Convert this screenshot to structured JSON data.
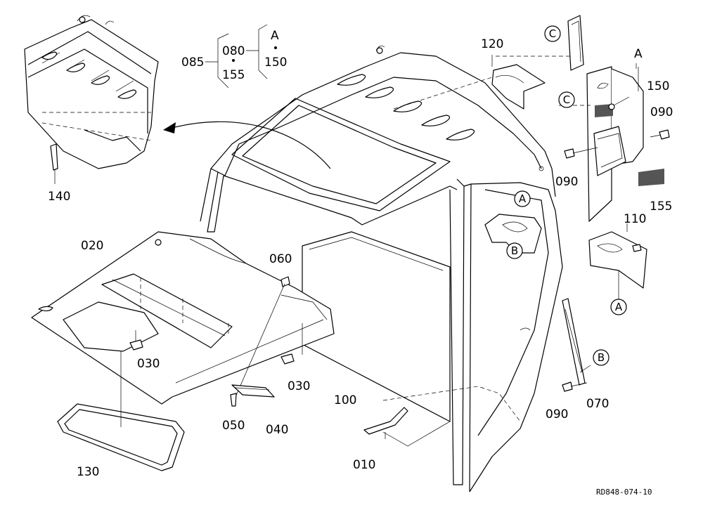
{
  "parts": {
    "p010": "010",
    "p020": "020",
    "p030a": "030",
    "p030b": "030",
    "p040": "040",
    "p050": "050",
    "p060": "060",
    "p070": "070",
    "p080": "080",
    "p085": "085",
    "p090a": "090",
    "p090b": "090",
    "p090c": "090",
    "p100": "100",
    "p110": "110",
    "p120": "120",
    "p130": "130",
    "p140": "140",
    "p150a": "150",
    "p150b": "150",
    "p155a": "155",
    "p155b": "155"
  },
  "refs": {
    "a_group": "A",
    "a_bracket": "A",
    "a_cab": "A",
    "a_110": "A",
    "b_cab": "B",
    "b_070": "B",
    "c_top": "C",
    "c_mid": "C"
  },
  "drawing_code": "RD848-074-10"
}
